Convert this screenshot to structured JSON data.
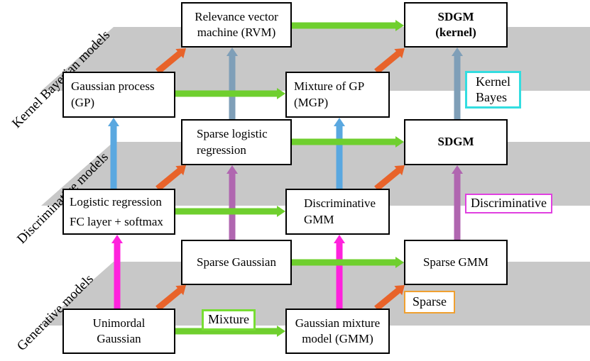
{
  "colors": {
    "plane": "#c8c8c8",
    "green_arrow": "#6fcf2e",
    "orange_arrow": "#e8632a",
    "blue_arrow": "#5aa8e0",
    "steel_arrow": "#7f9fb8",
    "purple_arrow": "#b066b0",
    "magenta_arrow": "#ff22dd",
    "mixture_border": "#77dd33",
    "sparse_border": "#f0a030",
    "discriminative_border": "#e040e0",
    "kernel_border": "#33dde0"
  },
  "planes": {
    "kernel": "Kernel Bayesian models",
    "discriminative": "Discriminative models",
    "generative": "Generative models"
  },
  "nodes": {
    "rvm": [
      "Relevance vector",
      "machine (RVM)"
    ],
    "sdgm_kernel": [
      "SDGM",
      "(kernel)"
    ],
    "gp": [
      "Gaussian process",
      "(GP)"
    ],
    "mgp": [
      "Mixture of GP",
      "(MGP)"
    ],
    "sparse_logistic": [
      "Sparse logistic",
      "regression"
    ],
    "sdgm": [
      "SDGM"
    ],
    "logistic": [
      "Logistic regression",
      "FC layer + softmax"
    ],
    "disc_gmm": [
      "Discriminative",
      "GMM"
    ],
    "sparse_gaussian": [
      "Sparse Gaussian"
    ],
    "sparse_gmm": [
      "Sparse GMM"
    ],
    "unimodal": [
      "Unimordal",
      "Gaussian"
    ],
    "gmm": [
      "Gaussian mixture",
      "model (GMM)"
    ]
  },
  "tags": {
    "mixture": "Mixture",
    "sparse": "Sparse",
    "discriminative": "Discriminative",
    "kernel": [
      "Kernel",
      "Bayes"
    ]
  }
}
